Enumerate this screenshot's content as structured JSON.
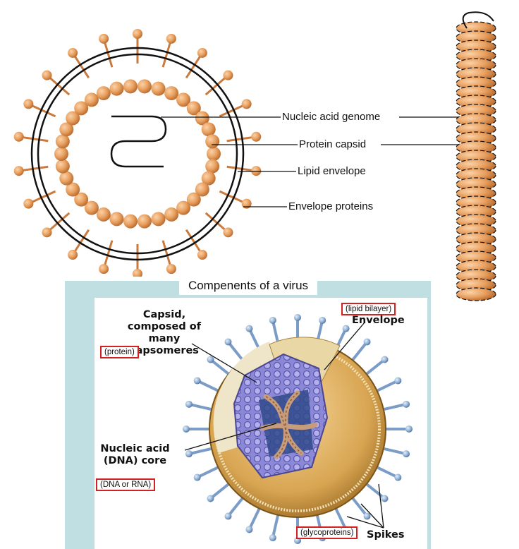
{
  "top_labels": {
    "genome": "Nucleic acid genome",
    "capsid": "Protein capsid",
    "envelope": "Lipid envelope",
    "proteins": "Envelope proteins"
  },
  "panel": {
    "title": "Compenents of a virus",
    "capsid_label": "Capsid,\ncomposed of many\ncapsomeres",
    "capsid_box": "(protein)",
    "envelope_box": "(lipid bilayer)",
    "envelope_label": "Envelope",
    "core_label": "Nucleic acid\n(DNA) core",
    "core_box": "(DNA or RNA)",
    "spikes_box": "(glycoproteins)",
    "spikes_label": "Spikes"
  },
  "colors": {
    "bead": "#e8a060",
    "bead_dark": "#c97a3c",
    "panel_bg": "#bfdfe3",
    "capsid_blue": "#8a86d6",
    "spike_blue": "#7c9cc8",
    "envelope_gold": "#c79a4a",
    "red_box": "#d42020"
  }
}
